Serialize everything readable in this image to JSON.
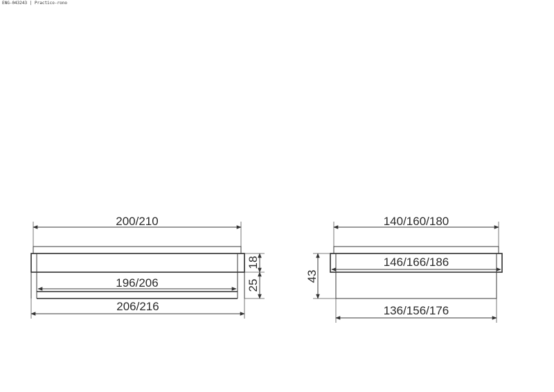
{
  "header": {
    "code": "ENG-043243",
    "separator": "|",
    "name": "Practico-rono"
  },
  "side_view": {
    "top_width": "200/210",
    "inner_width": "196/206",
    "outer_width": "206/216",
    "height_upper": "18",
    "height_lower": "25"
  },
  "front_view": {
    "top_width": "140/160/180",
    "middle_width": "146/166/186",
    "bottom_width": "136/156/176",
    "total_height": "43"
  },
  "colors": {
    "line": "#3a3a3a",
    "background": "#ffffff"
  }
}
